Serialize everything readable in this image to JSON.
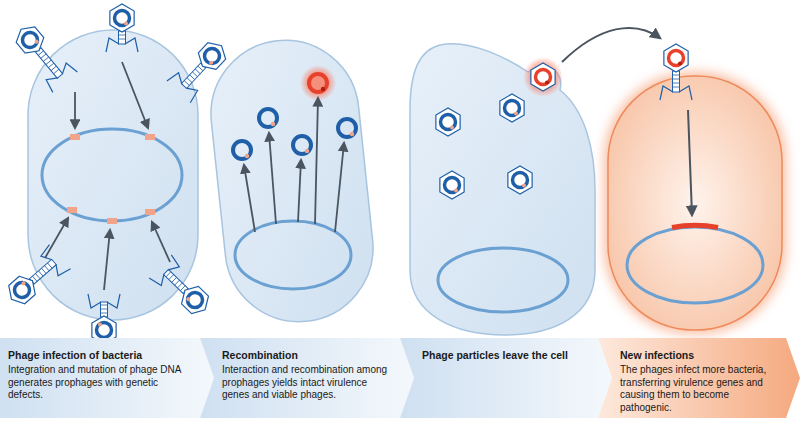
{
  "diagram": {
    "nodes": [
      {
        "text": [
          "Phage infection of bacteria",
          "Integration and mutation of phage DNA generates prophages with genetic defects."
        ]
      },
      {
        "text": [
          "Recombination",
          "Interaction and recombination among prophages yields intact virulence genes and viable phages."
        ]
      },
      {
        "text": [
          "Phage particles leave the cell"
        ]
      },
      {
        "text": [
          "New infections",
          "The phages infect more bacteria, transferring virulence genes and causing them to become pathogenic."
        ]
      }
    ]
  }
}
